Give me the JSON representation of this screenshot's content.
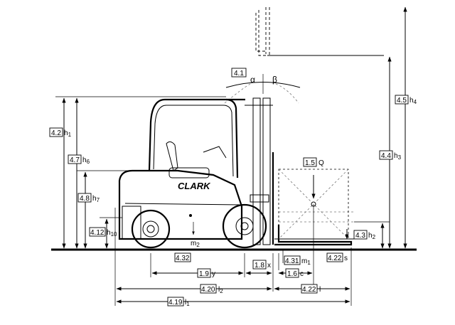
{
  "brand": "CLARK",
  "angles": {
    "code": "4.1",
    "alpha": "α",
    "beta": "β"
  },
  "load": {
    "code": "1.5",
    "symbol": "Q"
  },
  "dimensions": {
    "h4": {
      "code": "4.5",
      "symbol": "h",
      "sub": "4"
    },
    "h3": {
      "code": "4.4",
      "symbol": "h",
      "sub": "3"
    },
    "h1": {
      "code": "4.2",
      "symbol": "h",
      "sub": "1"
    },
    "h6": {
      "code": "4.7",
      "symbol": "h",
      "sub": "6"
    },
    "h7": {
      "code": "4.8",
      "symbol": "h",
      "sub": "7"
    },
    "h10": {
      "code": "4.12",
      "symbol": "h",
      "sub": "10"
    },
    "h2": {
      "code": "4.3",
      "symbol": "h",
      "sub": "2"
    },
    "m2": {
      "symbol": "m",
      "sub": "2"
    },
    "m2_code": "4.32",
    "m1": {
      "code": "4.31",
      "symbol": "m",
      "sub": "1"
    },
    "s": {
      "code": "4.22",
      "symbol": "s"
    },
    "y": {
      "code": "1.9",
      "symbol": "y"
    },
    "x": {
      "code": "1.8",
      "symbol": "x"
    },
    "c": {
      "code": "1.6",
      "symbol": "c"
    },
    "l2": {
      "code": "4.20",
      "symbol": "l",
      "sub": "2"
    },
    "l": {
      "code": "4.22",
      "symbol": "l"
    },
    "l1": {
      "code": "4.19",
      "symbol": "l",
      "sub": "1"
    }
  }
}
